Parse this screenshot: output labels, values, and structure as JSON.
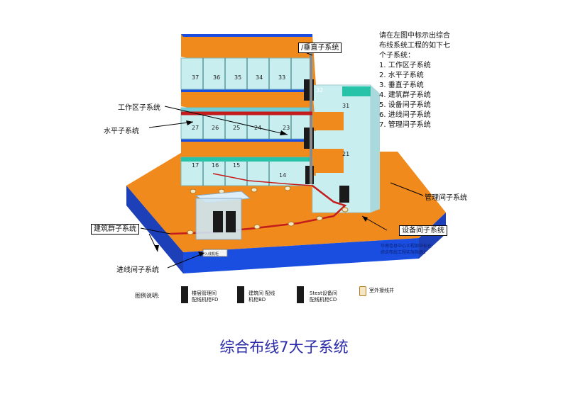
{
  "diagram": {
    "callouts": {
      "vertical": "/垂直子系统",
      "work_area": "工作区子系统",
      "horizontal": "水平子系统",
      "campus": "建筑群子系统",
      "entrance": "进线间子系统",
      "admin": "管理间子系统",
      "equipment": "设备间子系统"
    },
    "room_numbers": {
      "floor3": [
        "37",
        "36",
        "35",
        "34",
        "33",
        "32"
      ],
      "floor2": [
        "27",
        "26",
        "25",
        "24",
        "23"
      ],
      "floor1": [
        "17",
        "16",
        "15",
        "14"
      ],
      "tower": [
        "31",
        "21"
      ]
    },
    "base_note": [
      "华南信息中心工程部中标在",
      "综合布线工程实施指南2"
    ],
    "entrance_label": "入线机柜"
  },
  "question": {
    "intro": "请在左图中标示出综合布线系统工程的如下七个子系统：",
    "items": [
      "1.    工作区子系统",
      "2. 水平子系统",
      "3.    垂直子系统",
      "4. 建筑群子系统",
      "5.    设备间子系统",
      "6.    进线间子系统",
      "7.    管理间子系统"
    ]
  },
  "legend": {
    "caption": "图例说明:",
    "items": [
      {
        "line1": "楼层管理间",
        "line2": "配线机柜FD"
      },
      {
        "line1": "建筑间 配线",
        "line2": "机柜BD"
      },
      {
        "line1": "Stest设备间",
        "line2": "配线机柜CD"
      },
      {
        "line1": "室外接线井",
        "line2": ""
      }
    ]
  },
  "title": "综合布线7大子系统",
  "colors": {
    "orange": "#f08a1c",
    "cyan_light": "#c9eef0",
    "cyan": "#6fcfd8",
    "teal": "#27c3a8",
    "blue": "#1a4ee0",
    "red_cable": "#c41c1c",
    "title_blue": "#2a2aa8"
  }
}
